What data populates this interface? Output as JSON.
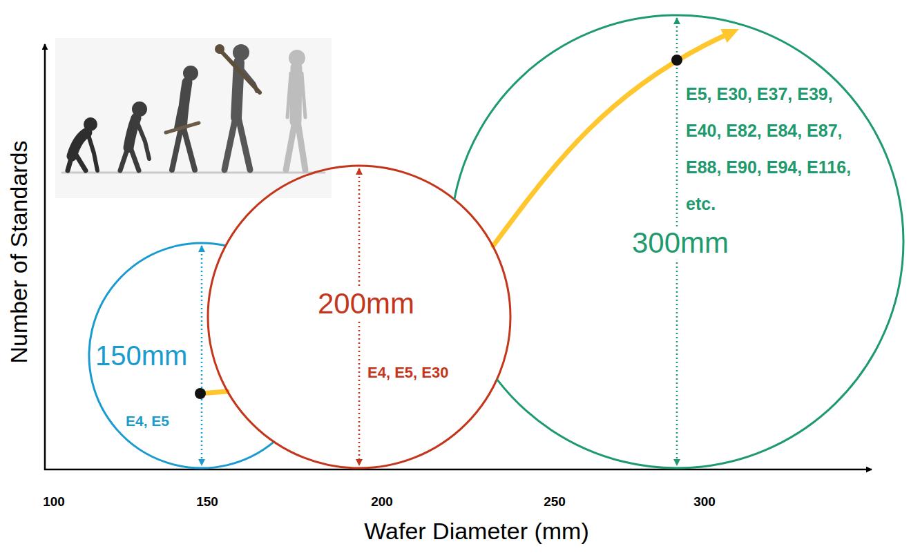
{
  "diagram": {
    "nodes": [
      {
        "text": [
          "150mm",
          "E4, E5"
        ]
      },
      {
        "text": [
          "200mm",
          "E4, E5, E30"
        ]
      },
      {
        "text": [
          "300mm",
          "E5, E30, E37, E39, E40, E82, E84, E87, E88, E90, E94, E116, etc."
        ]
      }
    ],
    "labels": [
      "Number of Standards",
      "Wafer Diameter (mm)",
      "100",
      "150",
      "200",
      "250",
      "300"
    ]
  }
}
